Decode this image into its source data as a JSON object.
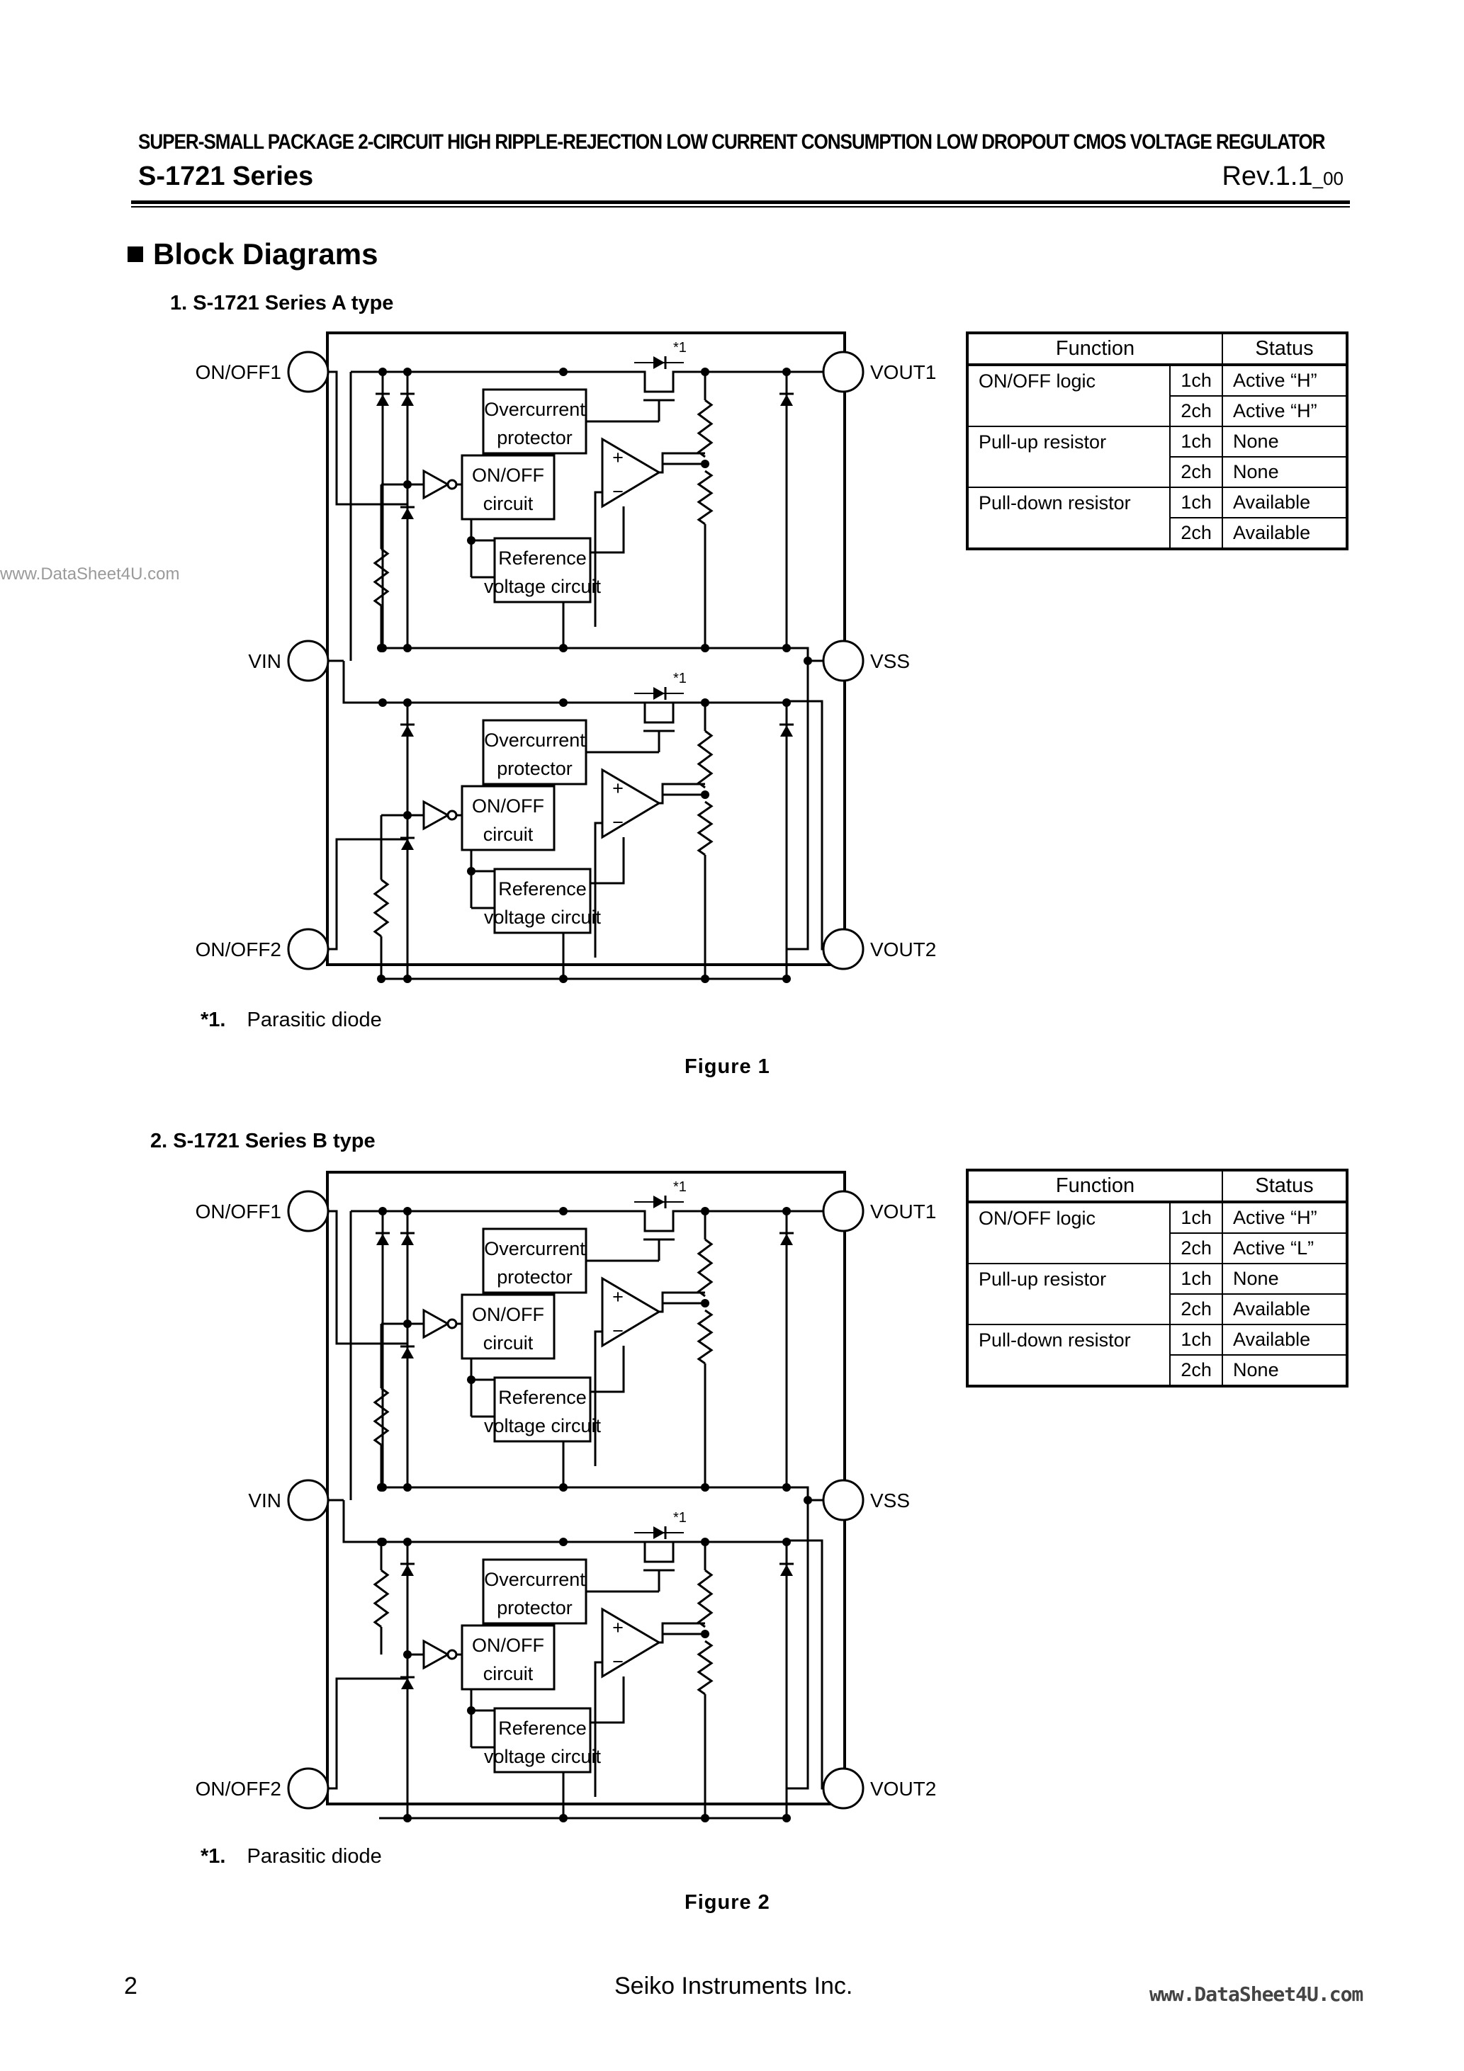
{
  "header": {
    "title": "SUPER-SMALL PACKAGE 2-CIRCUIT HIGH RIPPLE-REJECTION LOW CURRENT CONSUMPTION LOW DROPOUT CMOS VOLTAGE REGULATOR",
    "series": "S-1721 Series",
    "rev": "Rev.1.1",
    "rev_sub": "_00"
  },
  "section_title": "Block Diagrams",
  "subsections": [
    {
      "label": "1.   S-1721 Series A type",
      "note_mark": "*1.",
      "note_text": "Parasitic diode",
      "figure_caption": "Figure   1"
    },
    {
      "label": "2.   S-1721 Series B type",
      "note_mark": "*1.",
      "note_text": "Parasitic diode",
      "figure_caption": "Figure   2"
    }
  ],
  "diagram": {
    "pins": {
      "onoff1": "ON/OFF1",
      "vin": "VIN",
      "onoff2": "ON/OFF2",
      "vout1": "VOUT1",
      "vss": "VSS",
      "vout2": "VOUT2"
    },
    "blocks": {
      "overcurrent": [
        "Overcurrent",
        "protector"
      ],
      "onoff": [
        "ON/OFF",
        "circuit"
      ],
      "reference": [
        "Reference",
        "voltage circuit"
      ]
    },
    "diode_mark": "*1",
    "amp_plus": "+",
    "amp_minus": "−"
  },
  "tables": [
    {
      "header": [
        "Function",
        "Status"
      ],
      "rows": [
        {
          "function": "ON/OFF logic",
          "ch1": "1ch",
          "status1": "Active “H”",
          "ch2": "2ch",
          "status2": "Active “H”"
        },
        {
          "function": "Pull-up resistor",
          "ch1": "1ch",
          "status1": "None",
          "ch2": "2ch",
          "status2": "None"
        },
        {
          "function": "Pull-down resistor",
          "ch1": "1ch",
          "status1": "Available",
          "ch2": "2ch",
          "status2": "Available"
        }
      ]
    },
    {
      "header": [
        "Function",
        "Status"
      ],
      "rows": [
        {
          "function": "ON/OFF logic",
          "ch1": "1ch",
          "status1": "Active “H”",
          "ch2": "2ch",
          "status2": "Active “L”"
        },
        {
          "function": "Pull-up resistor",
          "ch1": "1ch",
          "status1": "None",
          "ch2": "2ch",
          "status2": "Available"
        },
        {
          "function": "Pull-down resistor",
          "ch1": "1ch",
          "status1": "Available",
          "ch2": "2ch",
          "status2": "None"
        }
      ]
    }
  ],
  "footer": {
    "page_number": "2",
    "company": "Seiko Instruments Inc.",
    "watermark": "www.DataSheet4U.com"
  },
  "side_watermark": "www.DataSheet4U.com"
}
